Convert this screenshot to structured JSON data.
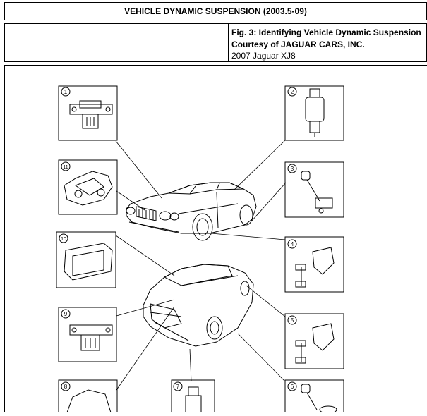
{
  "header": {
    "title": "VEHICLE DYNAMIC SUSPENSION (2003.5-09)"
  },
  "caption": {
    "line1": "Fig. 3: Identifying Vehicle Dynamic Suspension",
    "line2": "Courtesy of JAGUAR CARS, INC.",
    "line3": "2007 Jaguar XJ8"
  },
  "figure": {
    "callouts": [
      "1",
      "2",
      "11",
      "3",
      "10",
      "4",
      "9",
      "5",
      "8",
      "7",
      "6"
    ]
  }
}
